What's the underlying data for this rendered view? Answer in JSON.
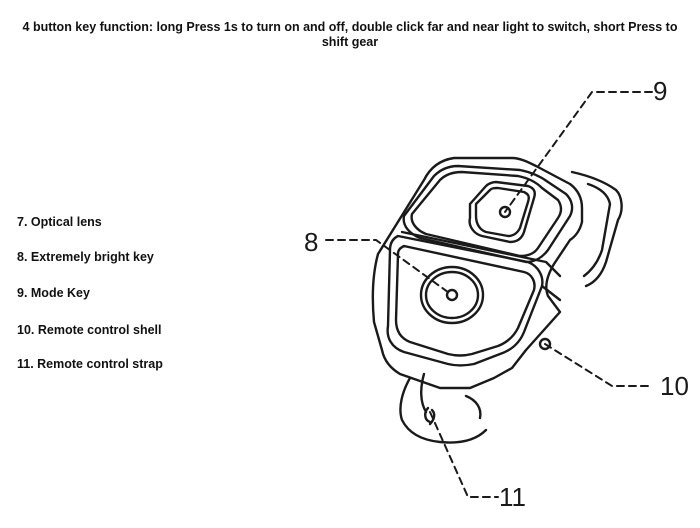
{
  "header": {
    "text": "4 button key function: long Press 1s to turn on and off, double click far and near light to switch, short Press to shift gear"
  },
  "legend": [
    {
      "label": "7. Optical lens"
    },
    {
      "label": "8. Extremely bright key"
    },
    {
      "label": "9. Mode Key"
    },
    {
      "label": "10. Remote control shell"
    },
    {
      "label": "11. Remote control strap"
    }
  ],
  "callouts": {
    "c8": "8",
    "c9": "9",
    "c10": "10",
    "c11": "11"
  },
  "colors": {
    "line": "#1a1a1a",
    "background": "#ffffff"
  }
}
